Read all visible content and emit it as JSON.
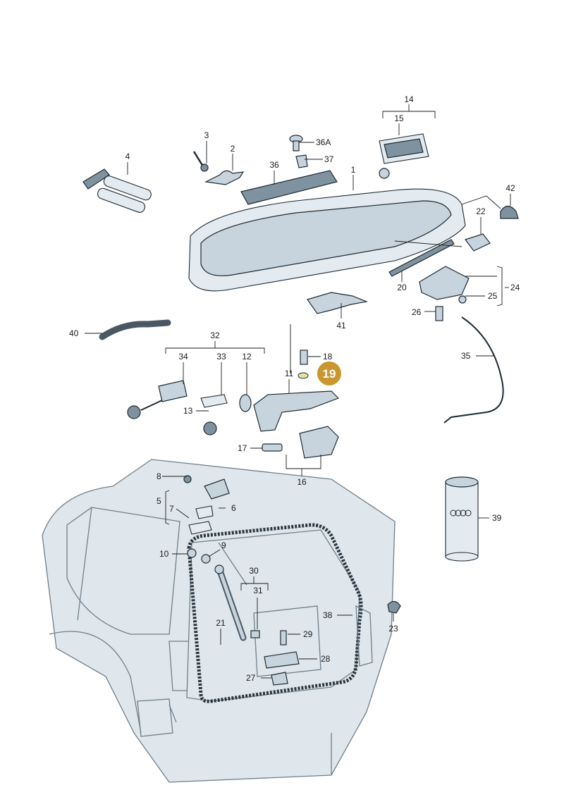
{
  "colors": {
    "highlight": "#c9962f",
    "part_fill": "#c7d4dd",
    "part_outline": "#1e2a33",
    "car_outline": "#6f7f8a"
  },
  "highlighted_part": "19",
  "labels": {
    "p1": "1",
    "p2": "2",
    "p3": "3",
    "p4": "4",
    "p5": "5",
    "p6": "6",
    "p7": "7",
    "p8": "8",
    "p9": "9",
    "p10": "10",
    "p11": "11",
    "p12": "12",
    "p13": "13",
    "p14": "14",
    "p15": "15",
    "p16": "16",
    "p17": "17",
    "p18": "18",
    "p19": "19",
    "p20": "20",
    "p21": "21",
    "p22": "22",
    "p23": "23",
    "p24": "24",
    "p25": "25",
    "p26": "26",
    "p27": "27",
    "p28": "28",
    "p29": "29",
    "p30": "30",
    "p31": "31",
    "p32": "32",
    "p33": "33",
    "p34": "34",
    "p35": "35",
    "p36": "36",
    "p36a": "36A",
    "p37": "37",
    "p38": "38",
    "p39": "39",
    "p40": "40",
    "p41": "41",
    "p42": "42"
  },
  "icons": {
    "brand_logo": "four-rings-logo"
  }
}
